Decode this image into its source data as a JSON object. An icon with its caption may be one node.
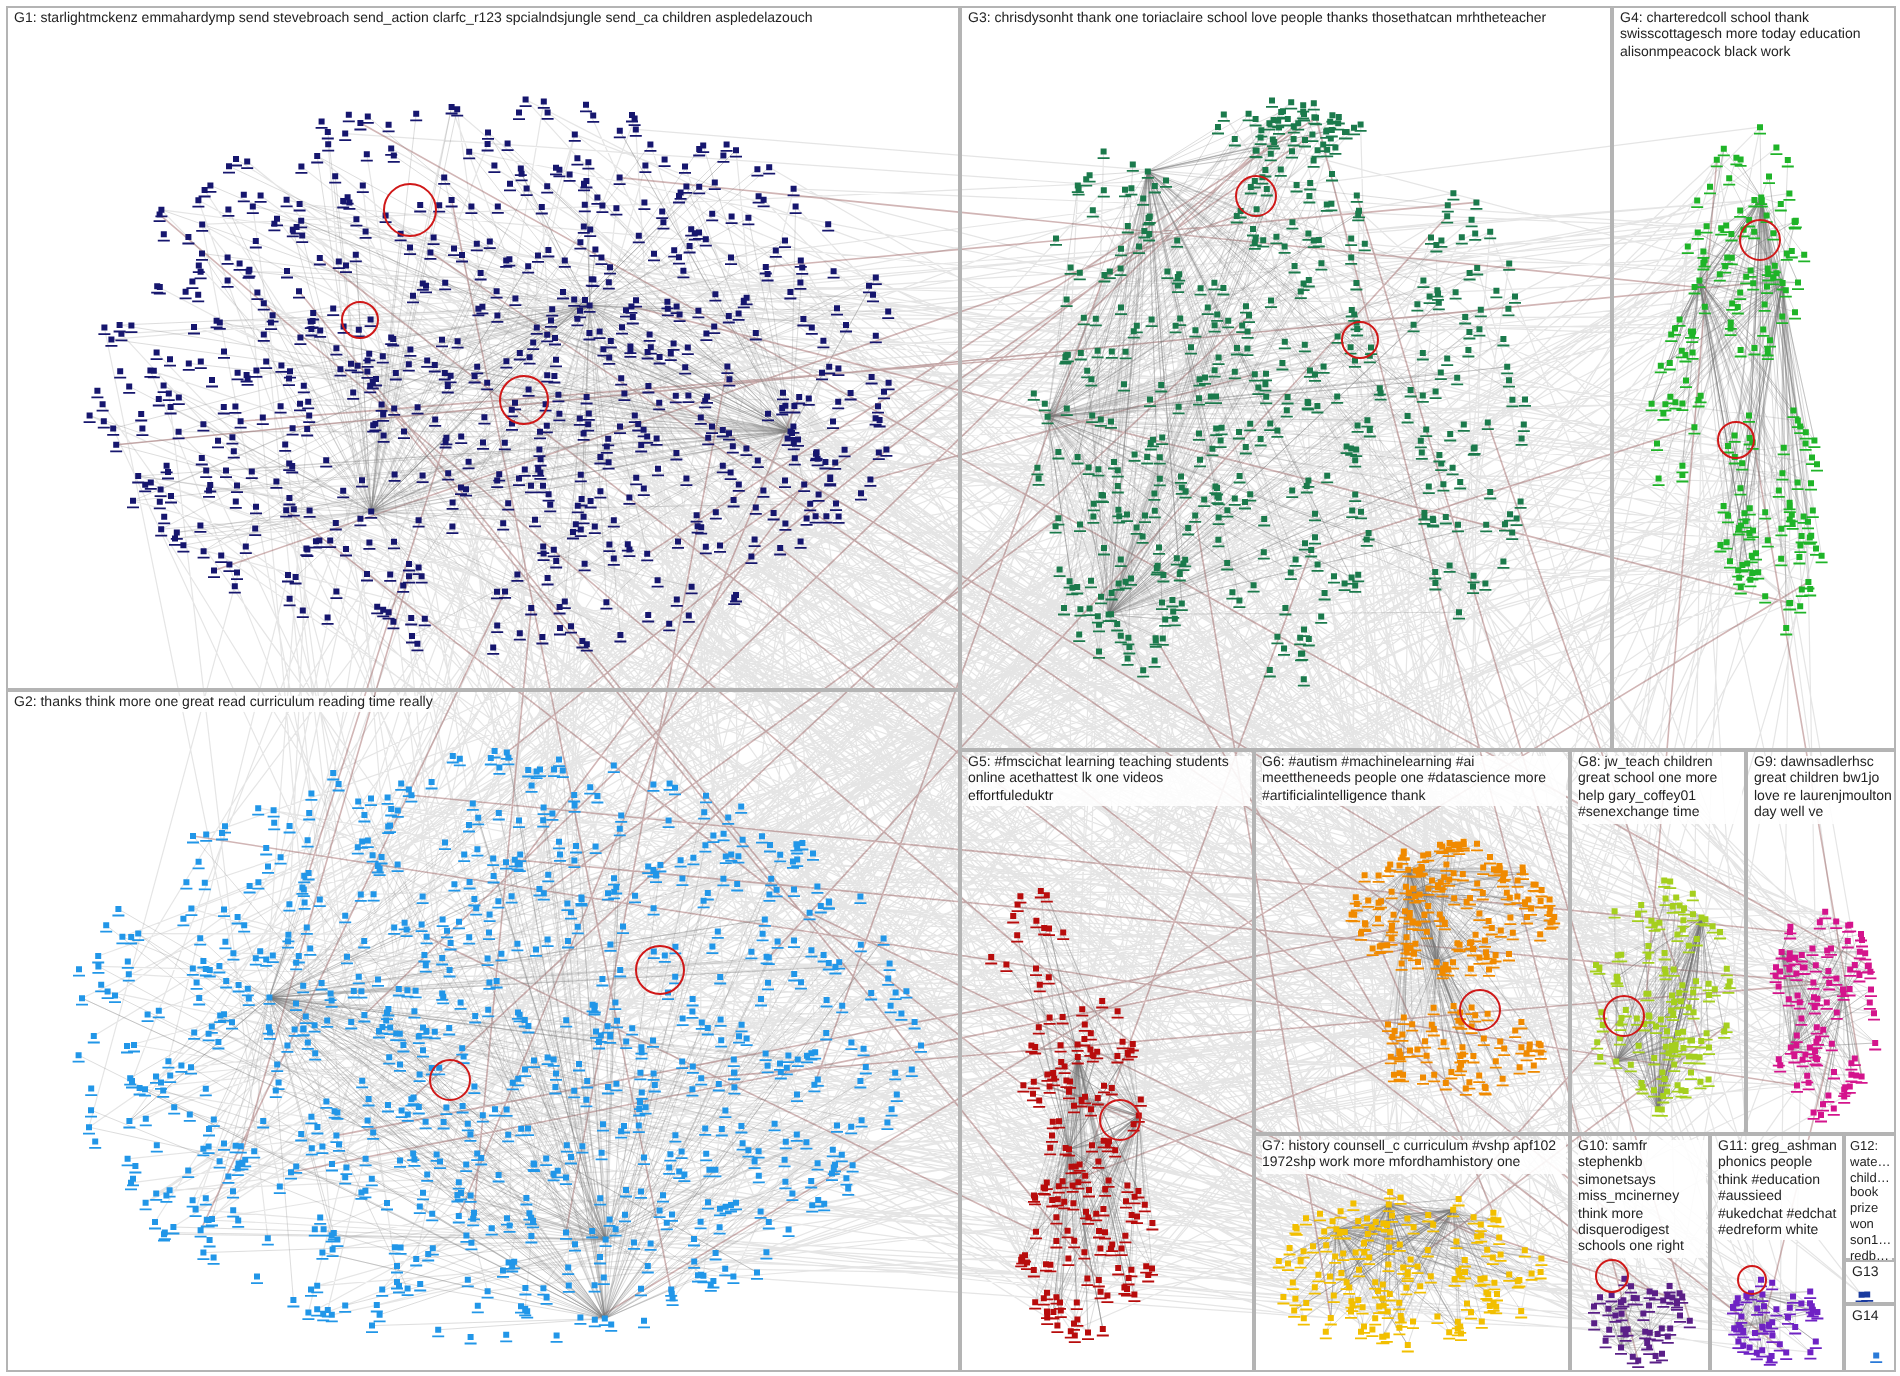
{
  "diagram": {
    "nodes": [
      {
        "text": [
          "G1: starlightmckenz emmahardymp send stevebroach send_action clarfc_r123 spcialndsjungle send_ca children aspledelazouch"
        ]
      },
      {
        "text": [
          "G3: chrisdysonht thank one toriaclaire school love people thanks thosethatcan mrhtheteacher"
        ]
      },
      {
        "text": [
          "G4: charteredcoll school thank swisscottagesch more today education alisonmpeacock black work"
        ]
      },
      {
        "text": [
          "G2: thanks think more one great read curriculum reading time really"
        ]
      },
      {
        "text": [
          "G5: #fmscichat learning teaching students online acethattest lk one videos effortfuleduktr"
        ]
      },
      {
        "text": [
          "G6: #autism #machinelearning #ai meettheneeds people one #datascience more #artificialintelligence thank"
        ]
      },
      {
        "text": [
          "G8: jw_teach children great school one more help gary_coffey01 #senexchange time"
        ]
      },
      {
        "text": [
          "G9: dawnsadlerhsc great children bw1jo love re laurenjmoulton day well ve"
        ]
      },
      {
        "text": [
          "G7: history counsell_c curriculum #vshp apf102 1972shp work more mfordhamhistory one"
        ]
      },
      {
        "text": [
          "G10: samfr stephenkb simonetsays miss_mcinerney think more disquerodigest schools one right"
        ]
      },
      {
        "text": [
          "G11: greg_ashman phonics people think #education #aussieed #ukedchat #edchat #edreform white"
        ]
      },
      {
        "text": [
          "G12: wate… child… book prize won son1… redb…"
        ]
      },
      {
        "text": [
          "G13"
        ]
      },
      {
        "text": [
          "G14"
        ]
      }
    ]
  }
}
